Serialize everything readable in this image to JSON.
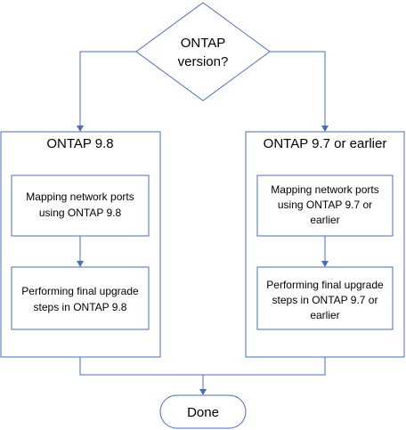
{
  "decision": {
    "line1": "ONTAP",
    "line2": "version?"
  },
  "left_group": {
    "title": "ONTAP 9.8",
    "step1": {
      "line1": "Mapping network ports",
      "line2": "using ONTAP 9.8"
    },
    "step2": {
      "line1": "Performing final upgrade",
      "line2": "steps in ONTAP 9.8"
    }
  },
  "right_group": {
    "title": "ONTAP 9.7 or earlier",
    "step1": {
      "line1": "Mapping network ports",
      "line2": "using ONTAP 9.7 or",
      "line3": "earlier"
    },
    "step2": {
      "line1": "Performing final upgrade",
      "line2": "steps in ONTAP 9.7 or",
      "line3": "earlier"
    }
  },
  "terminal": {
    "label": "Done"
  },
  "colors": {
    "stroke": "#4a6eb5",
    "fill": "#ffffff",
    "text": "#000000"
  }
}
